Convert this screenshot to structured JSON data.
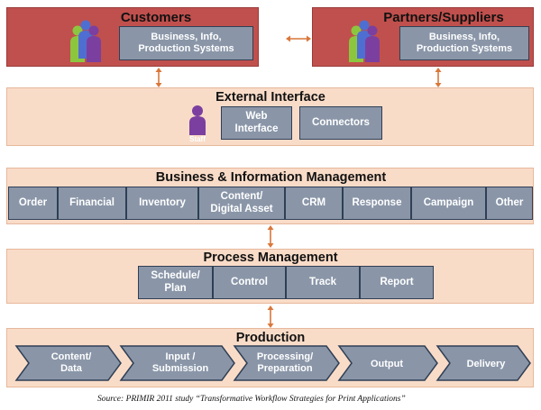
{
  "customers": {
    "title": "Customers",
    "box": "Business, Info,\nProduction Systems"
  },
  "partners": {
    "title": "Partners/Suppliers",
    "box": "Business, Info,\nProduction Systems"
  },
  "external_interface": {
    "title": "External Interface",
    "staff_label": "Staff",
    "boxes": [
      "Web\nInterface",
      "Connectors"
    ]
  },
  "business_mgmt": {
    "title": "Business & Information Management",
    "boxes": [
      "Order",
      "Financial",
      "Inventory",
      "Content/\nDigital Asset",
      "CRM",
      "Response",
      "Campaign",
      "Other"
    ]
  },
  "process_mgmt": {
    "title": "Process Management",
    "boxes": [
      "Schedule/\nPlan",
      "Control",
      "Track",
      "Report"
    ]
  },
  "production": {
    "title": "Production",
    "steps": [
      "Content/\nData",
      "Input /\nSubmission",
      "Processing/\nPreparation",
      "Output",
      "Delivery"
    ]
  },
  "source": "Source: PRIMIR 2011 study “Transformative Workflow Strategies for Print Applications”",
  "colors": {
    "red_panel": "#c0504d",
    "peach_panel": "#f9dcc8",
    "box_fill": "#8a96a8",
    "box_border": "#2f3f55",
    "arrow": "#d9773a",
    "person_green": "#8cc63f",
    "person_blue": "#4f6ed1",
    "person_purple": "#7b3fa0"
  }
}
